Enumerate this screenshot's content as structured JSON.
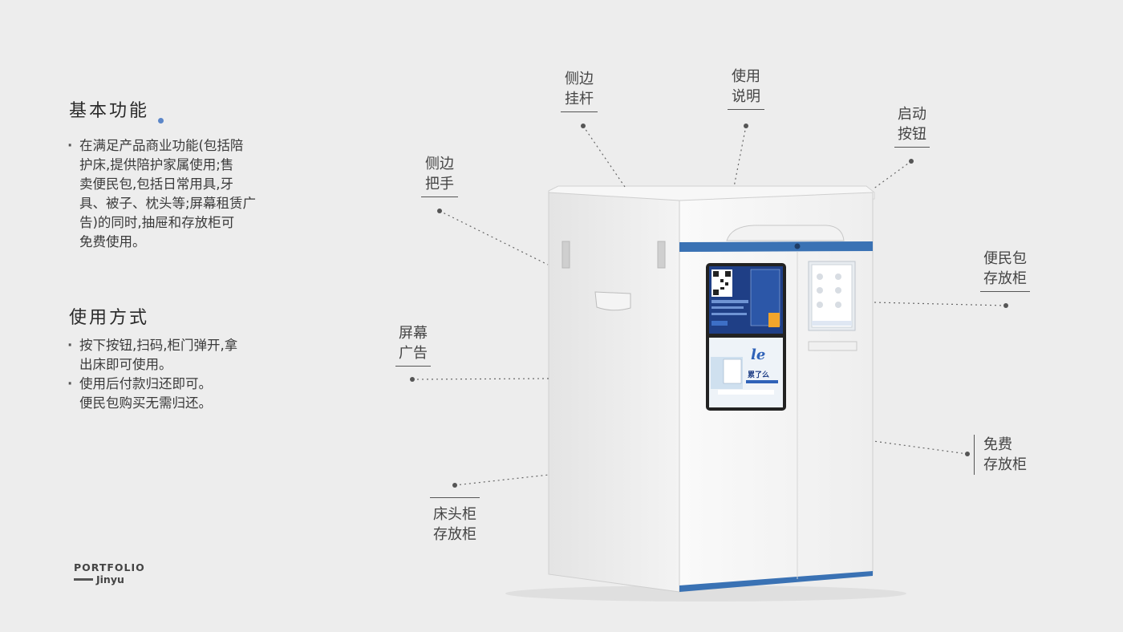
{
  "basic": {
    "title": "基本功能",
    "lines": [
      "在满足产品商业功能(包括陪",
      "护床,提供陪护家属使用;售",
      "卖便民包,包括日常用具,牙",
      "具、被子、枕头等;屏幕租赁广",
      "告)的同时,抽屉和存放柜可",
      "免费使用。"
    ]
  },
  "usage": {
    "title": "使用方式",
    "items": [
      [
        "按下按钮,扫码,柜门弹开,拿",
        "出床即可使用。"
      ],
      [
        "使用后付款归还即可。",
        "便民包购买无需归还。"
      ]
    ]
  },
  "callouts": {
    "side_rod": [
      "侧边",
      "挂杆"
    ],
    "manual": [
      "使用",
      "说明"
    ],
    "start": [
      "启动",
      "按钮"
    ],
    "side_handle": [
      "侧边",
      "把手"
    ],
    "pack_cabinet": [
      "便民包",
      "存放柜"
    ],
    "screen_ad": [
      "屏幕",
      "广告"
    ],
    "free_cabinet": [
      "免费",
      "存放柜"
    ],
    "bedside": [
      "床头柜",
      "存放柜"
    ]
  },
  "screen": {
    "upper": "",
    "lower_logo": "le",
    "lower_text": "累了么"
  },
  "logo": {
    "line1": "PORTFOLIO",
    "line2": "Jinyu"
  },
  "colors": {
    "accent_blue": "#3a72b4",
    "dot": "#5b86c8",
    "background": "#ededed"
  }
}
